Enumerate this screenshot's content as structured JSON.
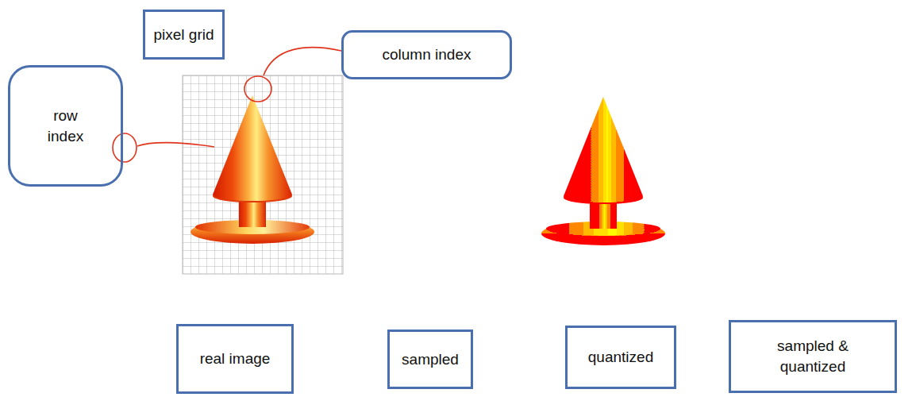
{
  "diagram": {
    "nodes": [
      {
        "text": [
          "pixel grid"
        ]
      },
      {
        "text": [
          "column index"
        ]
      },
      {
        "text": [
          "row index"
        ]
      },
      {
        "text": [
          "real image"
        ]
      },
      {
        "text": [
          "sampled"
        ]
      },
      {
        "text": [
          "quantized"
        ]
      },
      {
        "text": [
          "sampled & quantized"
        ]
      }
    ]
  }
}
